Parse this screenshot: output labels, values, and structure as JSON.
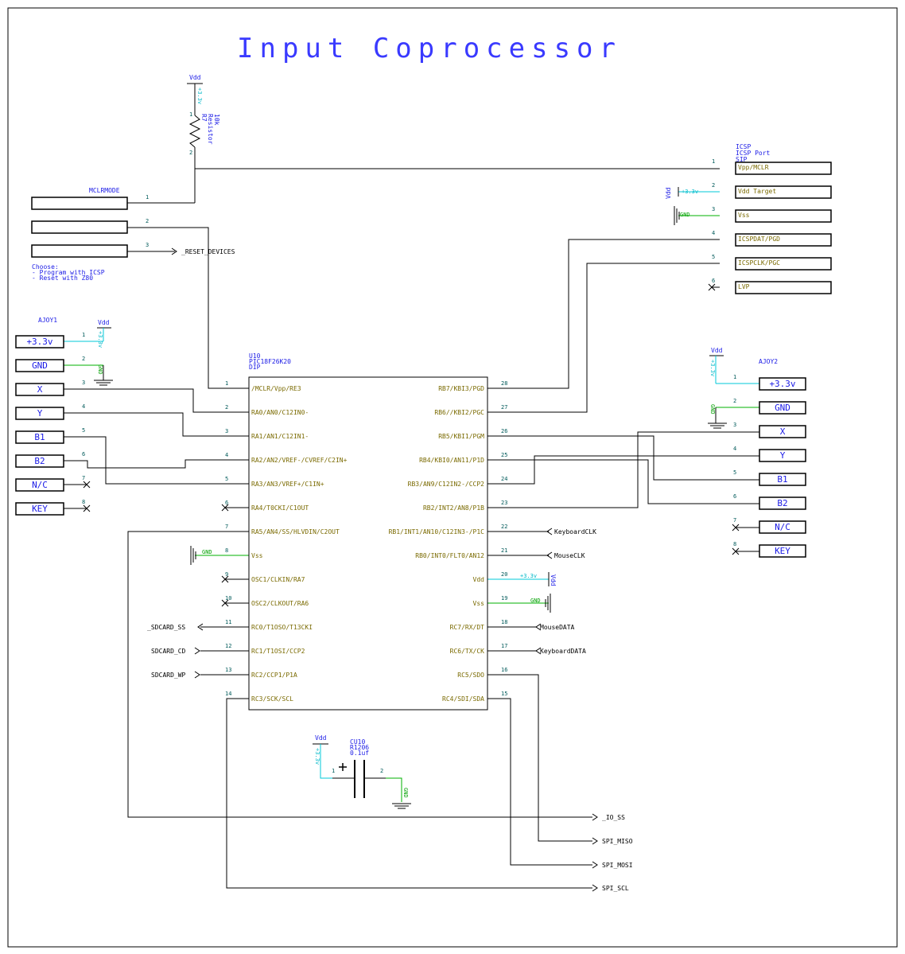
{
  "title": "Input Coprocessor",
  "r7": {
    "name": "R7",
    "type": "Resistor",
    "value": "10k",
    "pin1": "1",
    "pin2": "2"
  },
  "vdd": "Vdd",
  "gnd": "GND",
  "v33": "+3.3v",
  "mclr": {
    "name": "MCLRMODE",
    "pins": [
      "1",
      "2",
      "3"
    ],
    "net": "_RESET_DEVICES",
    "note1": "Choose:",
    "note2": "- Program with ICSP",
    "note3": "- Reset with Z80"
  },
  "icsp": {
    "title1": "ICSP",
    "title2": "ICSP Port",
    "title3": "SIP",
    "pins": [
      {
        "num": "1",
        "label": "Vpp/MCLR"
      },
      {
        "num": "2",
        "label": "Vdd Target"
      },
      {
        "num": "3",
        "label": "Vss"
      },
      {
        "num": "4",
        "label": "ICSPDAT/PGD"
      },
      {
        "num": "5",
        "label": "ICSPCLK/PGC"
      },
      {
        "num": "6",
        "label": "LVP"
      }
    ]
  },
  "ajoy1": {
    "name": "AJOY1",
    "pins": [
      {
        "num": "1",
        "label": "+3.3v"
      },
      {
        "num": "2",
        "label": "GND"
      },
      {
        "num": "3",
        "label": "X"
      },
      {
        "num": "4",
        "label": "Y"
      },
      {
        "num": "5",
        "label": "B1"
      },
      {
        "num": "6",
        "label": "B2"
      },
      {
        "num": "7",
        "label": "N/C"
      },
      {
        "num": "8",
        "label": "KEY"
      }
    ]
  },
  "ajoy2": {
    "name": "AJOY2",
    "pins": [
      {
        "num": "1",
        "label": "+3.3v"
      },
      {
        "num": "2",
        "label": "GND"
      },
      {
        "num": "3",
        "label": "X"
      },
      {
        "num": "4",
        "label": "Y"
      },
      {
        "num": "5",
        "label": "B1"
      },
      {
        "num": "6",
        "label": "B2"
      },
      {
        "num": "7",
        "label": "N/C"
      },
      {
        "num": "8",
        "label": "KEY"
      }
    ]
  },
  "u10": {
    "ref": "U10",
    "part": "PIC18F26K20",
    "pkg": "DIP",
    "left": [
      {
        "num": "1",
        "label": "/MCLR/Vpp/RE3"
      },
      {
        "num": "2",
        "label": "RA0/AN0/C12IN0-"
      },
      {
        "num": "3",
        "label": "RA1/AN1/C12IN1-"
      },
      {
        "num": "4",
        "label": "RA2/AN2/VREF-/CVREF/C2IN+"
      },
      {
        "num": "5",
        "label": "RA3/AN3/VREF+/C1IN+"
      },
      {
        "num": "6",
        "label": "RA4/T0CKI/C1OUT"
      },
      {
        "num": "7",
        "label": "RA5/AN4/SS/HLVDIN/C2OUT"
      },
      {
        "num": "8",
        "label": "Vss"
      },
      {
        "num": "9",
        "label": "OSC1/CLKIN/RA7"
      },
      {
        "num": "10",
        "label": "OSC2/CLKOUT/RA6"
      },
      {
        "num": "11",
        "label": "RC0/T1OSO/T13CKI"
      },
      {
        "num": "12",
        "label": "RC1/T1OSI/CCP2"
      },
      {
        "num": "13",
        "label": "RC2/CCP1/P1A"
      },
      {
        "num": "14",
        "label": "RC3/SCK/SCL"
      }
    ],
    "right": [
      {
        "num": "28",
        "label": "RB7/KBI3/PGD"
      },
      {
        "num": "27",
        "label": "RB6//KBI2/PGC"
      },
      {
        "num": "26",
        "label": "RB5/KBI1/PGM"
      },
      {
        "num": "25",
        "label": "RB4/KBI0/AN11/P1D"
      },
      {
        "num": "24",
        "label": "RB3/AN9/C12IN2-/CCP2"
      },
      {
        "num": "23",
        "label": "RB2/INT2/AN8/P1B"
      },
      {
        "num": "22",
        "label": "RB1/INT1/AN10/C12IN3-/P1C"
      },
      {
        "num": "21",
        "label": "RB0/INT0/FLT0/AN12"
      },
      {
        "num": "20",
        "label": "Vdd"
      },
      {
        "num": "19",
        "label": "Vss"
      },
      {
        "num": "18",
        "label": "RC7/RX/DT"
      },
      {
        "num": "17",
        "label": "RC6/TX/CK"
      },
      {
        "num": "16",
        "label": "RC5/SDO"
      },
      {
        "num": "15",
        "label": "RC4/SDI/SDA"
      }
    ]
  },
  "nets": {
    "keyboard_clk": "KeyboardCLK",
    "mouse_clk": "MouseCLK",
    "mouse_data": "MouseDATA",
    "keyboard_data": "KeyboardDATA",
    "sdcard_ss": "_SDCARD_SS",
    "sdcard_cd": "SDCARD_CD",
    "sdcard_wp": "SDCARD_WP",
    "io_ss": "_IO_SS",
    "spi_miso": "SPI_MISO",
    "spi_mosi": "SPI_MOSI",
    "spi_scl": "SPI_SCL"
  },
  "cu10": {
    "ref": "CU10",
    "pkg": "R1206",
    "value": "0.1uf",
    "pin1": "1",
    "pin2": "2"
  }
}
